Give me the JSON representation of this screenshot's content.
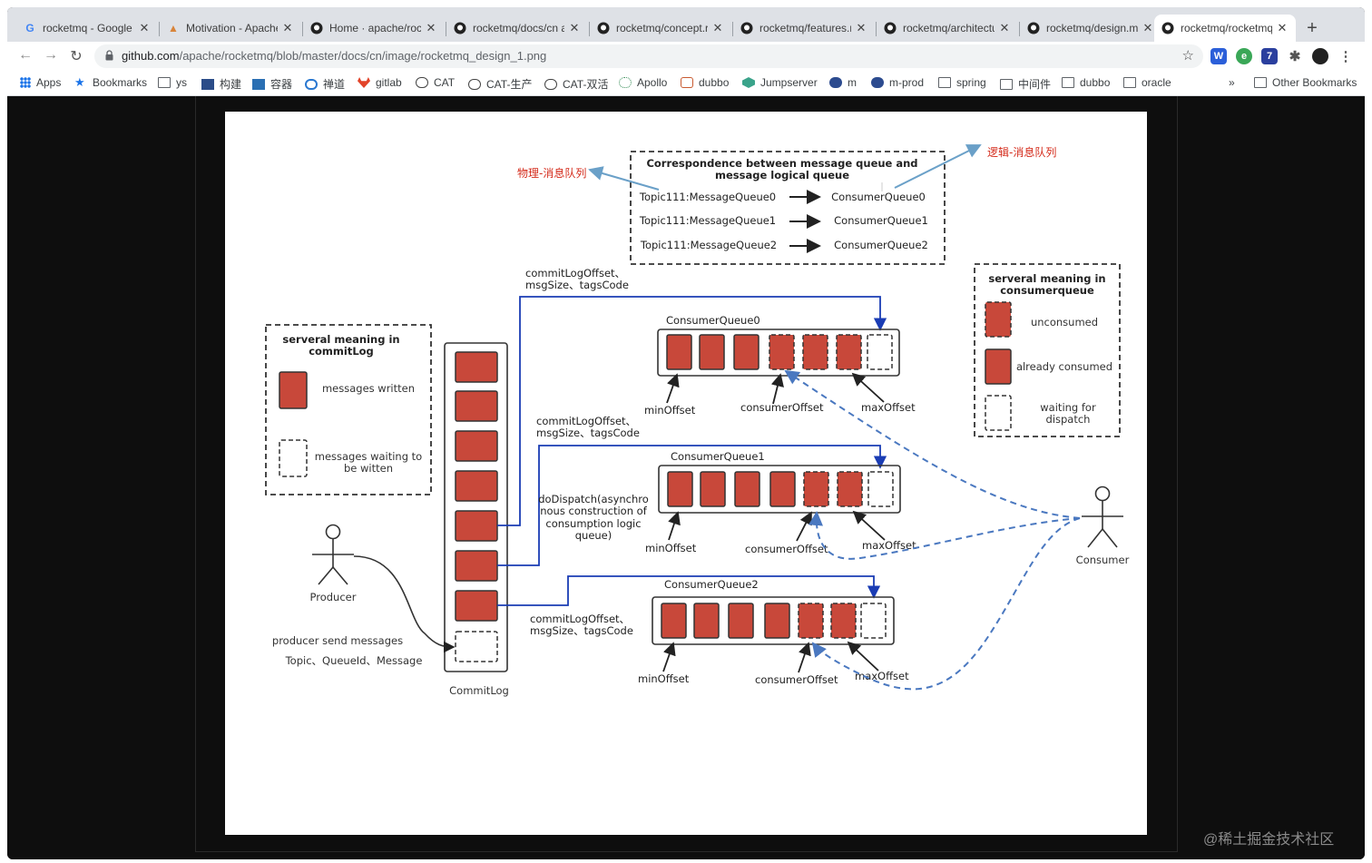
{
  "browser": {
    "tabs": [
      {
        "title": "rocketmq - Google"
      },
      {
        "title": "Motivation - Apache"
      },
      {
        "title": "Home · apache/rock"
      },
      {
        "title": "rocketmq/docs/cn a"
      },
      {
        "title": "rocketmq/concept.r"
      },
      {
        "title": "rocketmq/features.r"
      },
      {
        "title": "rocketmq/architectu"
      },
      {
        "title": "rocketmq/design.m"
      },
      {
        "title": "rocketmq/rocketmq"
      }
    ],
    "url_host": "github.com",
    "url_path": "/apache/rocketmq/blob/master/docs/cn/image/rocketmq_design_1.png",
    "bookmarks": [
      "Apps",
      "Bookmarks",
      "ys",
      "构建",
      "容器",
      "禅道",
      "gitlab",
      "CAT",
      "CAT-生产",
      "CAT-双活",
      "Apollo",
      "dubbo",
      "Jumpserver",
      "m",
      "m-prod",
      "spring",
      "中间件",
      "dubbo",
      "oracle"
    ],
    "other_bookmarks": "Other Bookmarks",
    "overflow": "»"
  },
  "diagram": {
    "corr_title_1": "Correspondence between message queue and",
    "corr_title_2": "message logical queue",
    "phys_label": "物理-消息队列",
    "logic_label": "逻辑-消息队列",
    "corr_rows": [
      {
        "left": "Topic111:MessageQueue0",
        "right": "ConsumerQueue0"
      },
      {
        "left": "Topic111:MessageQueue1",
        "right": "ConsumerQueue1"
      },
      {
        "left": "Topic111:MessageQueue2",
        "right": "ConsumerQueue2"
      }
    ],
    "commitlog_legend_title_1": "serveral meaning in",
    "commitlog_legend_title_2": "commitLog",
    "legend_written": "messages written",
    "legend_waiting_1": "messages waiting to",
    "legend_waiting_2": "be witten",
    "cq_legend_title_1": "serveral meaning in",
    "cq_legend_title_2": "consumerqueue",
    "legend_unconsumed": "unconsumed",
    "legend_consumed": "already consumed",
    "legend_dispatch_1": "waiting for",
    "legend_dispatch_2": "dispatch",
    "cq0": "ConsumerQueue0",
    "cq1": "ConsumerQueue1",
    "cq2": "ConsumerQueue2",
    "offset_a_1": "commitLogOffset、",
    "offset_a_2": "msgSize、tagsCode",
    "offset_b_1": "commitLogOffset、",
    "offset_b_2": "msgSize、tagsCode",
    "offset_c_1": "commitLogOffset、",
    "offset_c_2": "msgSize、tagsCode",
    "dispatch_1": "doDispatch(asynchro",
    "dispatch_2": "nous construction of",
    "dispatch_3": "consumption logic",
    "dispatch_4": "queue)",
    "min_offset": "minOffset",
    "consumer_offset": "consumerOffset",
    "max_offset": "maxOffset",
    "producer": "Producer",
    "producer_send_1": "producer send messages",
    "producer_send_2": "Topic、QueueId、Message",
    "commitlog": "CommitLog",
    "consumer": "Consumer"
  },
  "watermark": "@稀土掘金技术社区",
  "colors": {
    "accent_red": "#c8483a",
    "link_blue": "#1a3cb4",
    "dashed_blue": "#4a78c0",
    "annotation_red": "#d42a1a"
  }
}
